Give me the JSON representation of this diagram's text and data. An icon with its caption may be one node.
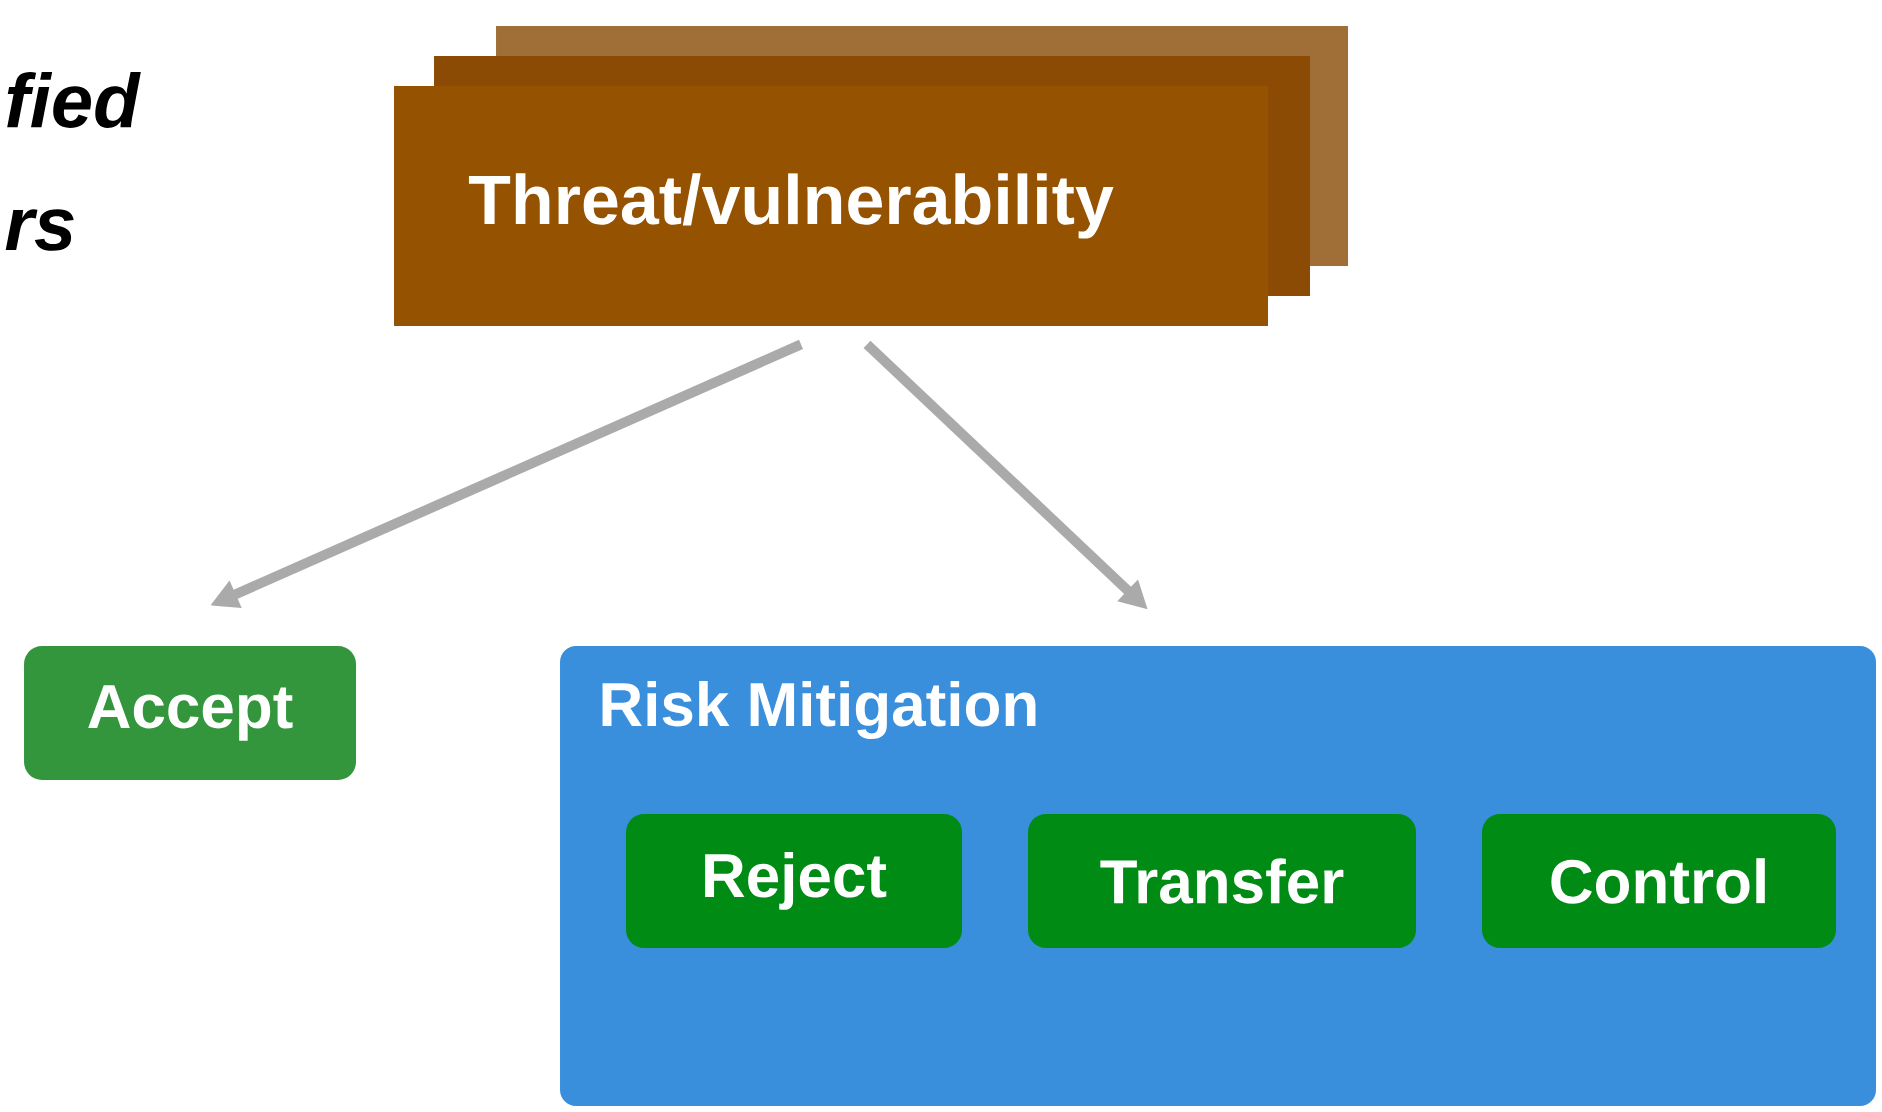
{
  "diagram": {
    "nodes": [
      {
        "text": [
          "Threat/vulnerability"
        ]
      },
      {
        "text": [
          "Accept"
        ]
      },
      {
        "text": [
          "Risk Mitigation"
        ]
      },
      {
        "text": [
          "Reject"
        ],
        "in": 2
      },
      {
        "text": [
          "Transfer"
        ],
        "in": 2
      },
      {
        "text": [
          "Control"
        ],
        "in": 2
      }
    ],
    "edges": [
      {
        "from": 0,
        "to": 1,
        "arrow": "to"
      },
      {
        "from": 0,
        "to": 2,
        "arrow": "to"
      }
    ],
    "labels": [
      "fied",
      "rs"
    ]
  }
}
